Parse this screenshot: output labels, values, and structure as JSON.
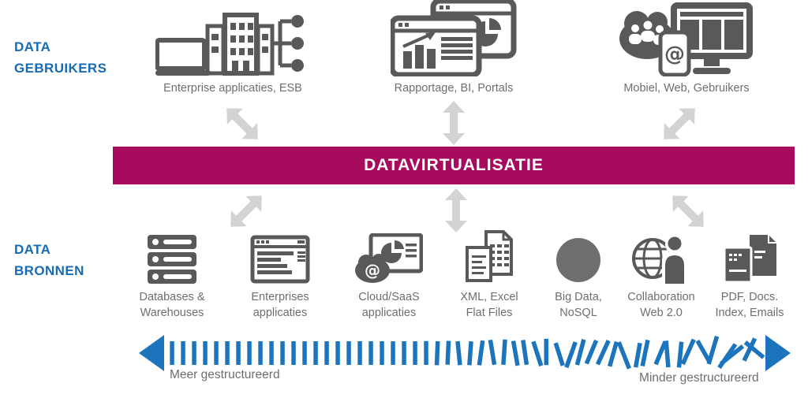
{
  "colors": {
    "accent_blue": "#1C75BC",
    "heading_blue": "#166CB4",
    "banner_magenta": "#A60B5E",
    "icon_gray": "#58595B",
    "caption_gray": "#6D6E70",
    "arrow_light_gray": "#D1D3D4"
  },
  "data_users": {
    "heading_line1": "DATA",
    "heading_line2": "GEBRUIKERS",
    "groups": [
      {
        "label": "Enterprise applicaties, ESB",
        "icon": "enterprise-esb-icon"
      },
      {
        "label": "Rapportage, BI, Portals",
        "icon": "reports-bi-icon"
      },
      {
        "label": "Mobiel, Web, Gebruikers",
        "icon": "mobile-web-users-icon"
      }
    ]
  },
  "banner": {
    "title": "DATAVIRTUALISATIE"
  },
  "data_sources": {
    "heading_line1": "DATA",
    "heading_line2": "BRONNEN",
    "groups": [
      {
        "line1": "Databases &",
        "line2": "Warehouses",
        "icon": "database-servers-icon"
      },
      {
        "line1": "Enterprises",
        "line2": "applicaties",
        "icon": "app-window-icon"
      },
      {
        "line1": "Cloud/SaaS",
        "line2": "applicaties",
        "icon": "cloud-saas-icon"
      },
      {
        "line1": "XML, Excel",
        "line2": "Flat Files",
        "icon": "xml-excel-files-icon"
      },
      {
        "line1": "Big Data,",
        "line2": "NoSQL",
        "icon": "big-data-circle-icon"
      },
      {
        "line1": "Collaboration",
        "line2": "Web 2.0",
        "icon": "globe-person-icon"
      },
      {
        "line1": "PDF, Docs.",
        "line2": "Index, Emails",
        "icon": "documents-icon"
      }
    ]
  },
  "spectrum": {
    "left_label": "Meer gestructureerd",
    "right_label": "Minder gestructureerd"
  }
}
